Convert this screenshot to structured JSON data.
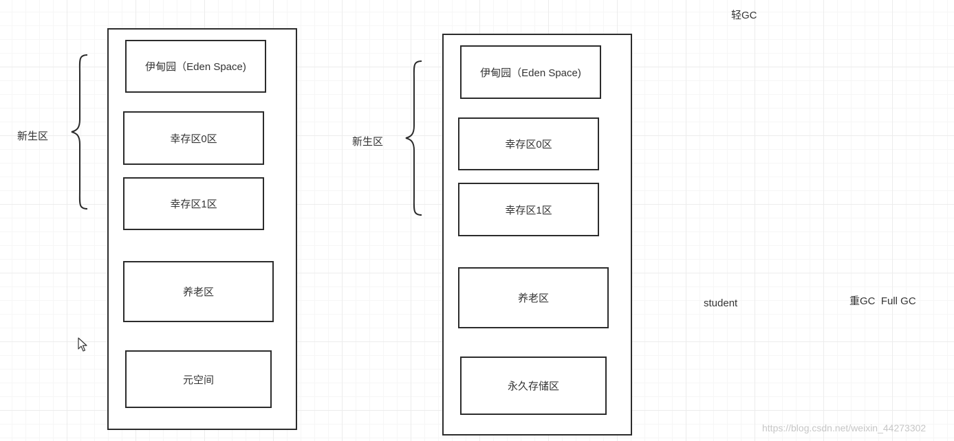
{
  "left_diagram": {
    "young_gen_label": "新生区",
    "regions": {
      "eden": "伊甸园（Eden Space)",
      "survivor0": "幸存区0区",
      "survivor1": "幸存区1区",
      "old": "养老区",
      "meta": "元空间"
    }
  },
  "right_diagram": {
    "young_gen_label": "新生区",
    "regions": {
      "eden": "伊甸园（Eden Space)",
      "survivor0": "幸存区0区",
      "survivor1": "幸存区1区",
      "old": "养老区",
      "perm": "永久存储区"
    }
  },
  "notes": {
    "minor_gc": "轻GC",
    "student": "student",
    "major_gc": "重GC  Full GC"
  },
  "watermark": "https://blog.csdn.net/weixin_44273302"
}
